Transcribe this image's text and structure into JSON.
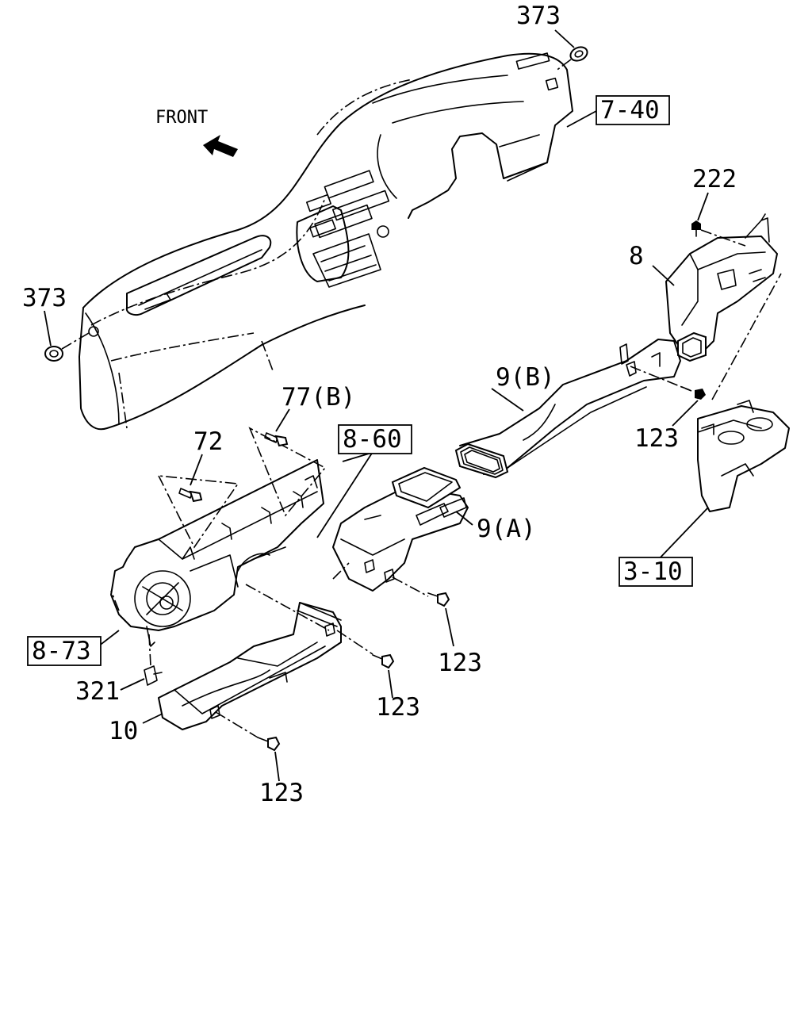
{
  "labels": {
    "front": "FRONT",
    "grommet_top": "373",
    "grommet_left": "373",
    "ref_dashboard": "7-40",
    "clip_222": "222",
    "duct_8": "8",
    "duct_9b": "9(B)",
    "screw_123_right": "123",
    "ref_3_10": "3-10",
    "bolt_77b": "77(B)",
    "bolt_72": "72",
    "ref_8_60": "8-60",
    "duct_9a": "9(A)",
    "screw_123_mid": "123",
    "ref_8_73": "8-73",
    "clip_321": "321",
    "duct_10": "10",
    "screw_123_lower": "123",
    "screw_123_bottom": "123"
  }
}
